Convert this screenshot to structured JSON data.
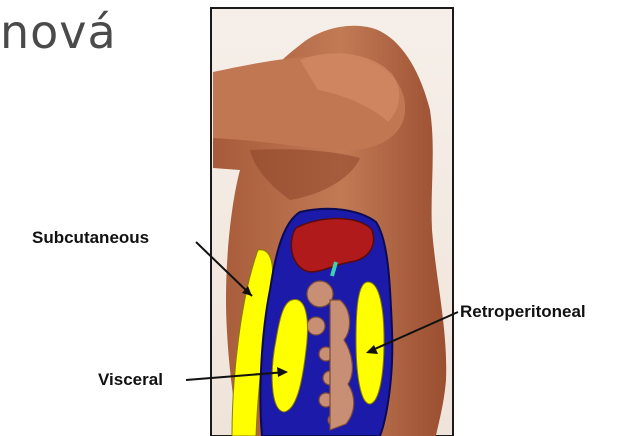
{
  "slide": {
    "title_fragment": "nová"
  },
  "figure": {
    "labels": {
      "subcutaneous": "Subcutaneous",
      "visceral": "Visceral",
      "retroperitoneal": "Retroperitoneal"
    }
  },
  "colors": {
    "skin": "#b96a45",
    "fat_yellow": "#ffff00",
    "cavity_blue": "#1c1aa8",
    "liver_red": "#b11a1a",
    "organ_tan": "#c98f74",
    "frame": "#1a1a1a"
  }
}
